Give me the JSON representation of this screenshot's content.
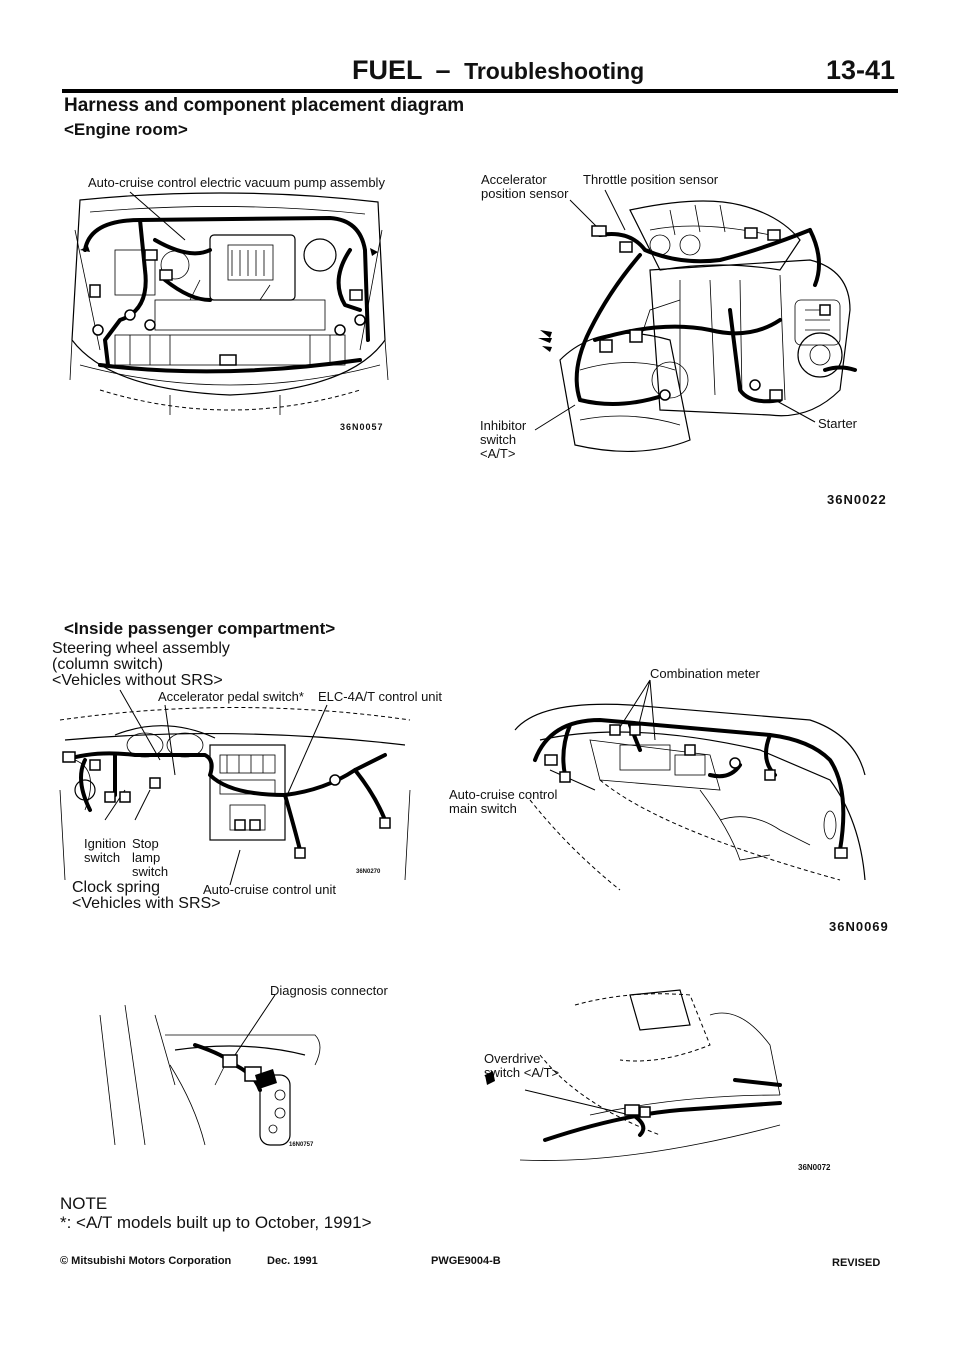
{
  "header": {
    "section": "FUEL",
    "dash": "–",
    "subsection": "Troubleshooting",
    "page_number": "13-41"
  },
  "title": "Harness and component placement diagram",
  "engine_room": {
    "heading": "<Engine room>",
    "left_figure": {
      "labels": {
        "vacuum_pump": "Auto-cruise control electric vacuum pump assembly"
      },
      "code": "36N0057"
    },
    "right_figure": {
      "labels": {
        "accelerator_sensor": "Accelerator\nposition sensor",
        "throttle_sensor": "Throttle position sensor",
        "inhibitor_switch": "Inhibitor\nswitch\n<A/T>",
        "starter": "Starter"
      },
      "code": "36N0022"
    }
  },
  "passenger": {
    "heading": "<Inside passenger compartment>",
    "left_figure": {
      "labels": {
        "steering": "Steering wheel assembly\n(column switch)\n<Vehicles without SRS>",
        "accel_pedal": "Accelerator pedal switch*",
        "elc": "ELC-4A/T control unit",
        "ignition": "Ignition\nswitch",
        "stop_lamp": "Stop\nlamp\nswitch",
        "clock_spring": "Clock spring\n<Vehicles with SRS>",
        "cruise_unit": "Auto-cruise control unit"
      },
      "code": "36N0270"
    },
    "right_figure": {
      "labels": {
        "combination_meter": "Combination meter",
        "main_switch": "Auto-cruise control\nmain switch"
      },
      "code": "36N0069"
    },
    "lower_left": {
      "labels": {
        "diagnosis": "Diagnosis connector"
      },
      "code": "16N0757"
    },
    "lower_right": {
      "labels": {
        "overdrive": "Overdrive\nswitch <A/T>"
      },
      "code": "36N0072"
    }
  },
  "note": {
    "title": "NOTE",
    "text": "*: <A/T models built up to October, 1991>"
  },
  "footer": {
    "copyright": "© Mitsubishi Motors Corporation",
    "date": "Dec. 1991",
    "doc_code": "PWGE9004-B",
    "status": "REVISED"
  }
}
